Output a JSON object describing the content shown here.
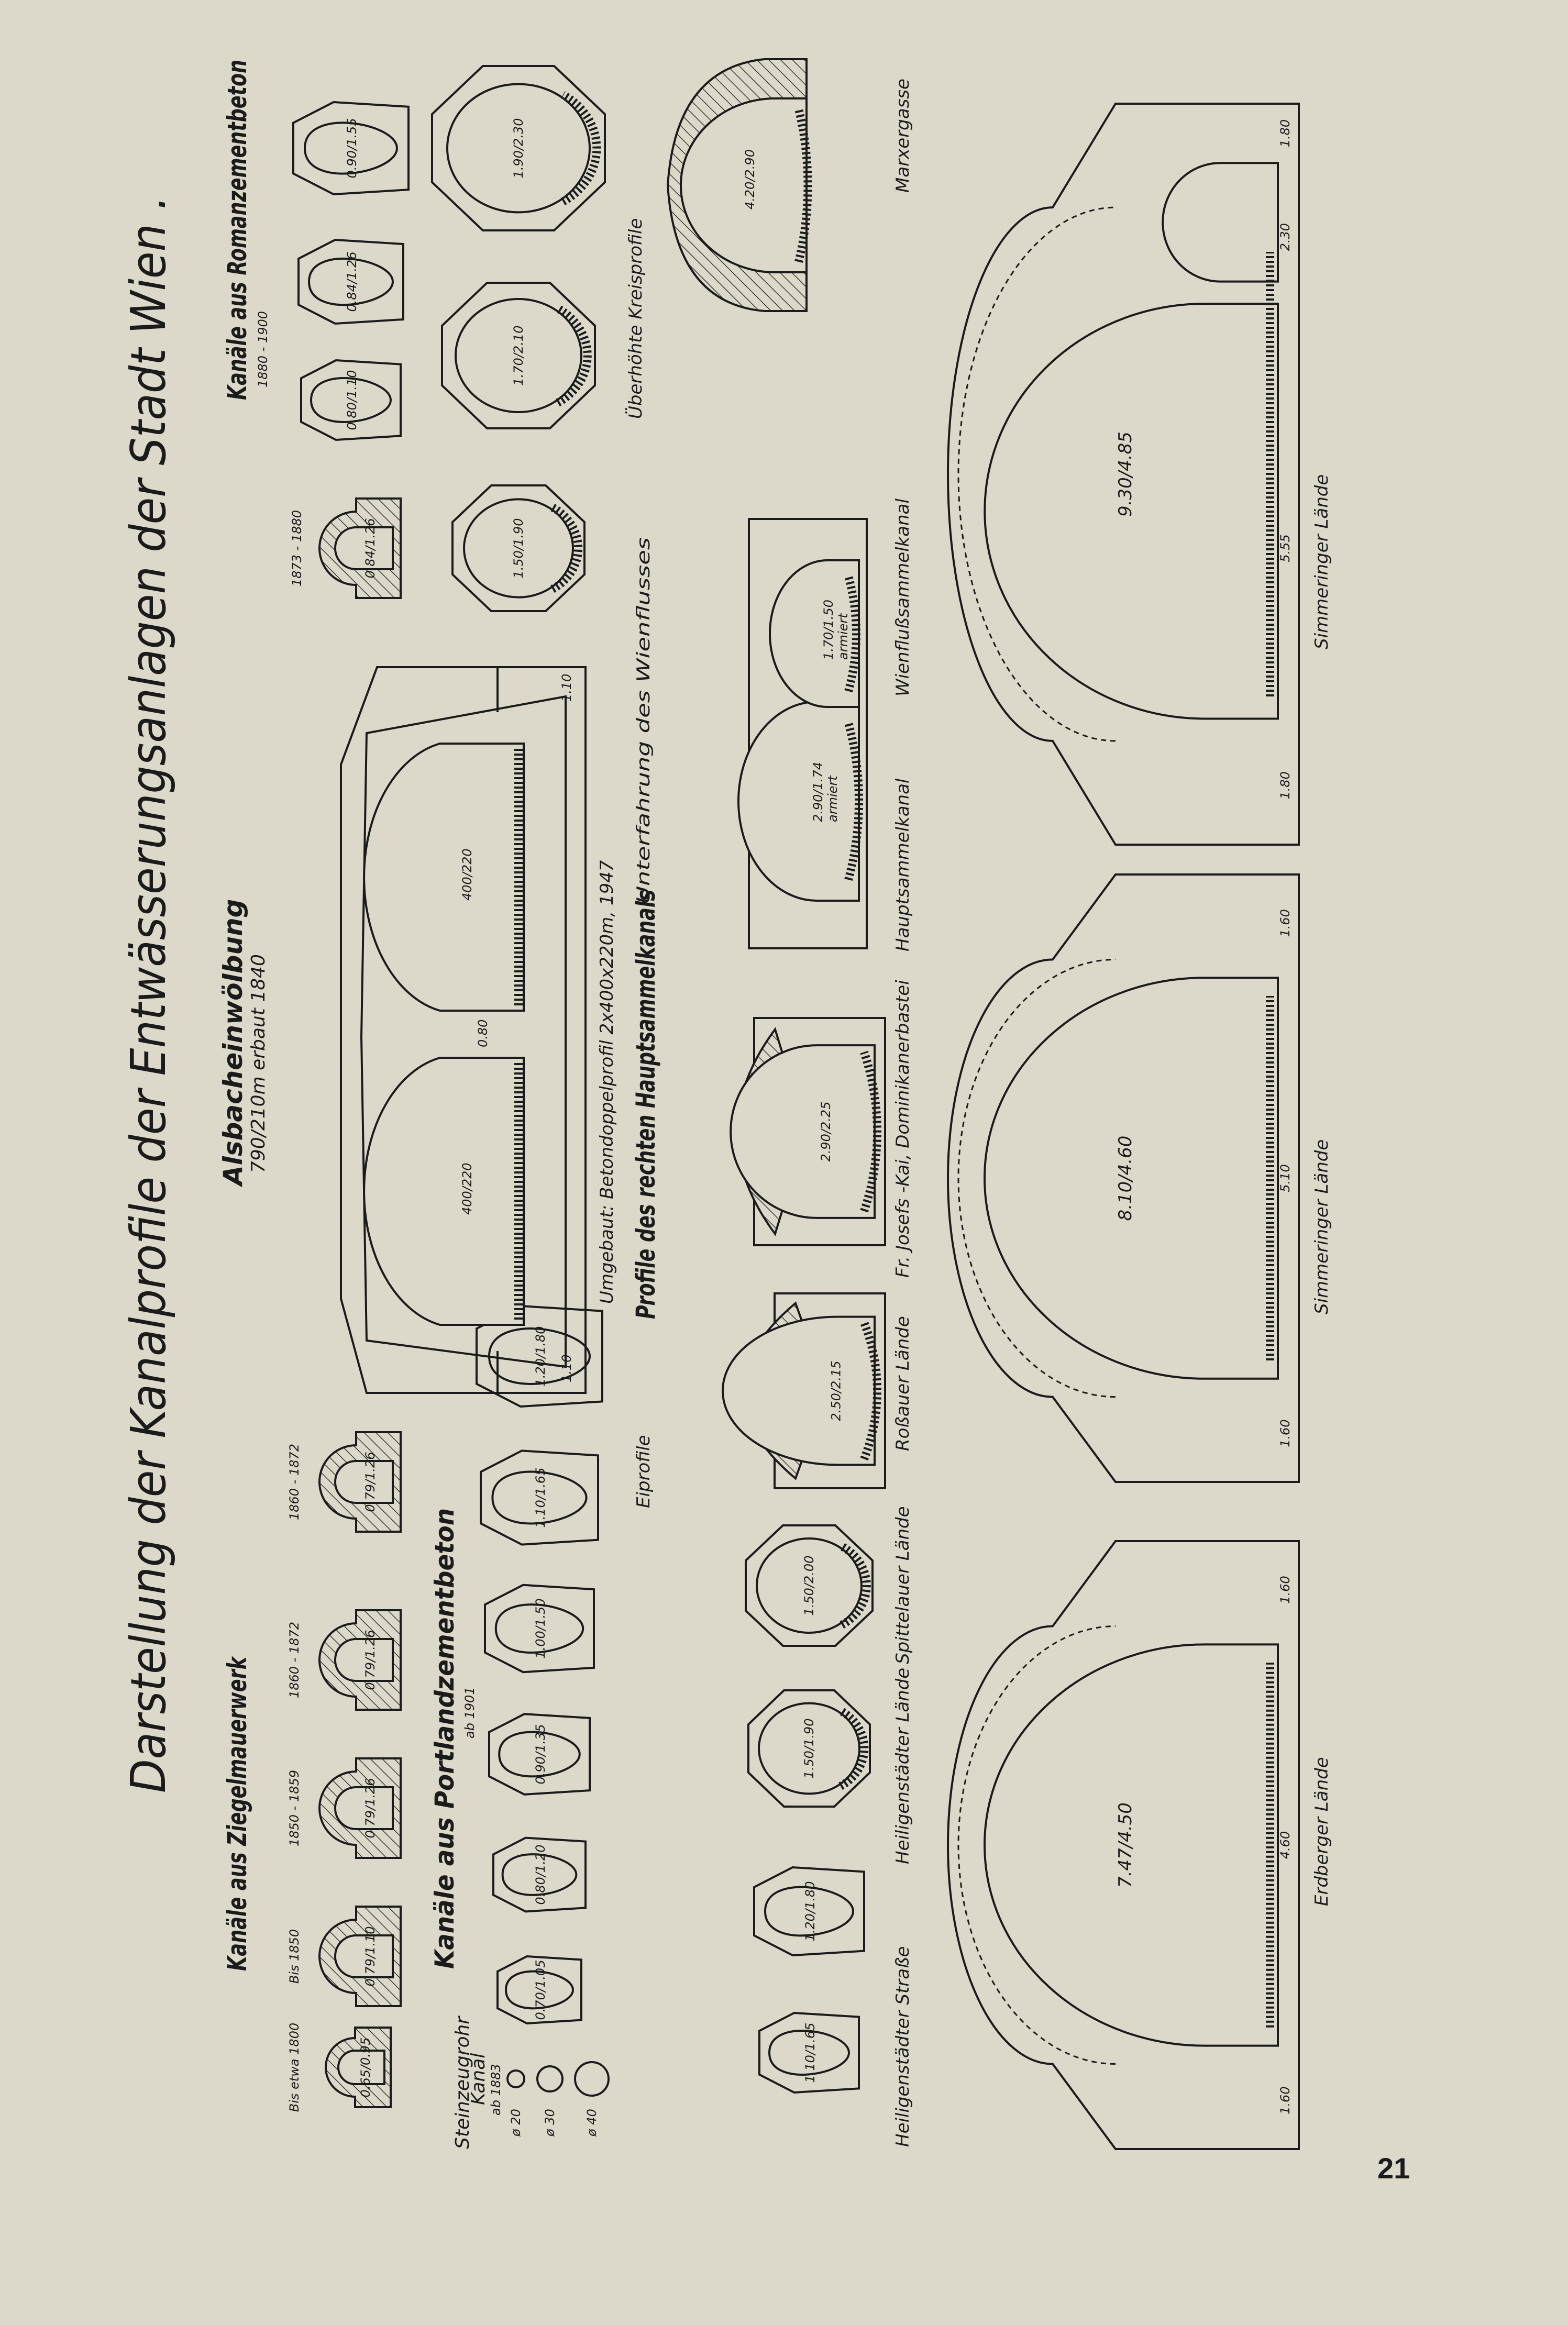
{
  "page": {
    "title": "Darstellung der Kanalprofile der Entwässerungsanlagen der Stadt Wien .",
    "page_number": "21"
  },
  "ziegel": {
    "heading": "Kanäle aus Ziegelmauerwerk",
    "profiles": [
      {
        "period": "Bis etwa 1800",
        "size": "0.65/0.95"
      },
      {
        "period": "Bis 1850",
        "size": "0.79/1.10"
      },
      {
        "period": "1850 - 1859",
        "size": "0.79/1.26"
      },
      {
        "period": "1860 - 1872",
        "size": "0.79/1.26"
      },
      {
        "period": "1860 - 1872",
        "size": "0.79/1.26"
      }
    ]
  },
  "steinzeug": {
    "label": "Steinzeugrohr",
    "label2": "Kanal",
    "since": "ab 1883",
    "sizes": [
      "ø 20",
      "ø 30",
      "ø 40"
    ]
  },
  "portland": {
    "heading": "Kanäle aus Portlandzementbeton",
    "since": "ab 1901",
    "caption": "Eiprofile",
    "profiles": [
      "0.70/1.05",
      "0.80/1.20",
      "0.90/1.35",
      "1.00/1.50",
      "1.10/1.65",
      "1.20/1.80"
    ]
  },
  "alsbach": {
    "heading": "Alsbacheinwölbung",
    "sub": "790/210m erbaut 1840",
    "rebuilt": "Umgebaut: Betondoppelprofil 2x400x220m, 1947",
    "lobes": [
      "400/220",
      "400/220"
    ],
    "dims": [
      "1.10",
      "0.80",
      "1.10"
    ]
  },
  "roman": {
    "heading": "Kanäle aus Romanzementbeton",
    "period": "1880 - 1900",
    "profiles": [
      {
        "period": "1873 - 1880",
        "size": "0.84/1.26"
      },
      {
        "size": "0.80/1.10"
      },
      {
        "size": "0.84/1.26"
      },
      {
        "size": "0.90/1.55"
      }
    ]
  },
  "kreis": {
    "caption": "Überhöhte Kreisprofile",
    "profiles": [
      "1.50/1.90",
      "1.70/2.10",
      "1.90/2.30"
    ]
  },
  "haupt": {
    "heading": "Profile des rechten Hauptsammelkanals",
    "wien_caption": "Unterfahrung des Wienflusses",
    "profiles": {
      "hs_strasse": {
        "label": "Heiligenstädter Straße",
        "sizes": [
          "1.10/1.65",
          "1.20/1.80"
        ]
      },
      "hs_laende": {
        "label": "Heiligenstädter Lände",
        "size": "1.50/1.90"
      },
      "spittelau": {
        "label": "Spittelauer Lände",
        "size": "1.50/2.00"
      },
      "rossau": {
        "label": "Roßauer Lände",
        "size": "2.50/2.15"
      },
      "fjk": {
        "label": "Fr. Josefs -Kai, Dominikanerbastei",
        "size": "2.90/2.25"
      },
      "hauptsammel": {
        "label": "Hauptsammelkanal",
        "size": "2.90/1.74",
        "note": "armiert"
      },
      "wienfluss": {
        "label": "Wienflußsammelkanal",
        "size": "1.70/1.50",
        "note": "armiert"
      },
      "marxergasse": {
        "label": "Marxergasse",
        "size": "4.20/2.90"
      },
      "erdberg": {
        "label": "Erdberger Lände",
        "size": "7.47/4.50",
        "dims": [
          "1.60",
          "4.60",
          "1.60"
        ]
      },
      "simmering1": {
        "label": "Simmeringer Lände",
        "size": "8.10/4.60",
        "dims": [
          "1.60",
          "5.10",
          "1.60"
        ]
      },
      "simmering2": {
        "label": "Simmeringer Lände",
        "size": "9.30/4.85",
        "dims": [
          "1.80",
          "2.30",
          "5.55",
          "1.80"
        ]
      }
    }
  }
}
